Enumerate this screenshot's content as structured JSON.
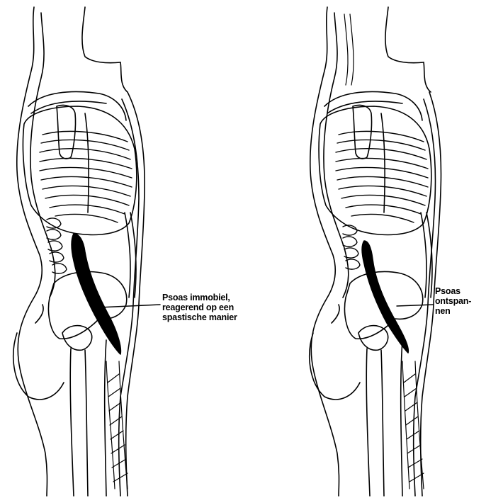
{
  "figure": {
    "left_panel": {
      "annotation": [
        "Psoas immobiel,",
        "reagerend op een",
        "spastische manier"
      ]
    },
    "right_panel": {
      "annotation": [
        "Psoas",
        "ontspan-",
        "nen"
      ]
    },
    "colors": {
      "ink": "#000000",
      "paper": "#ffffff"
    }
  }
}
